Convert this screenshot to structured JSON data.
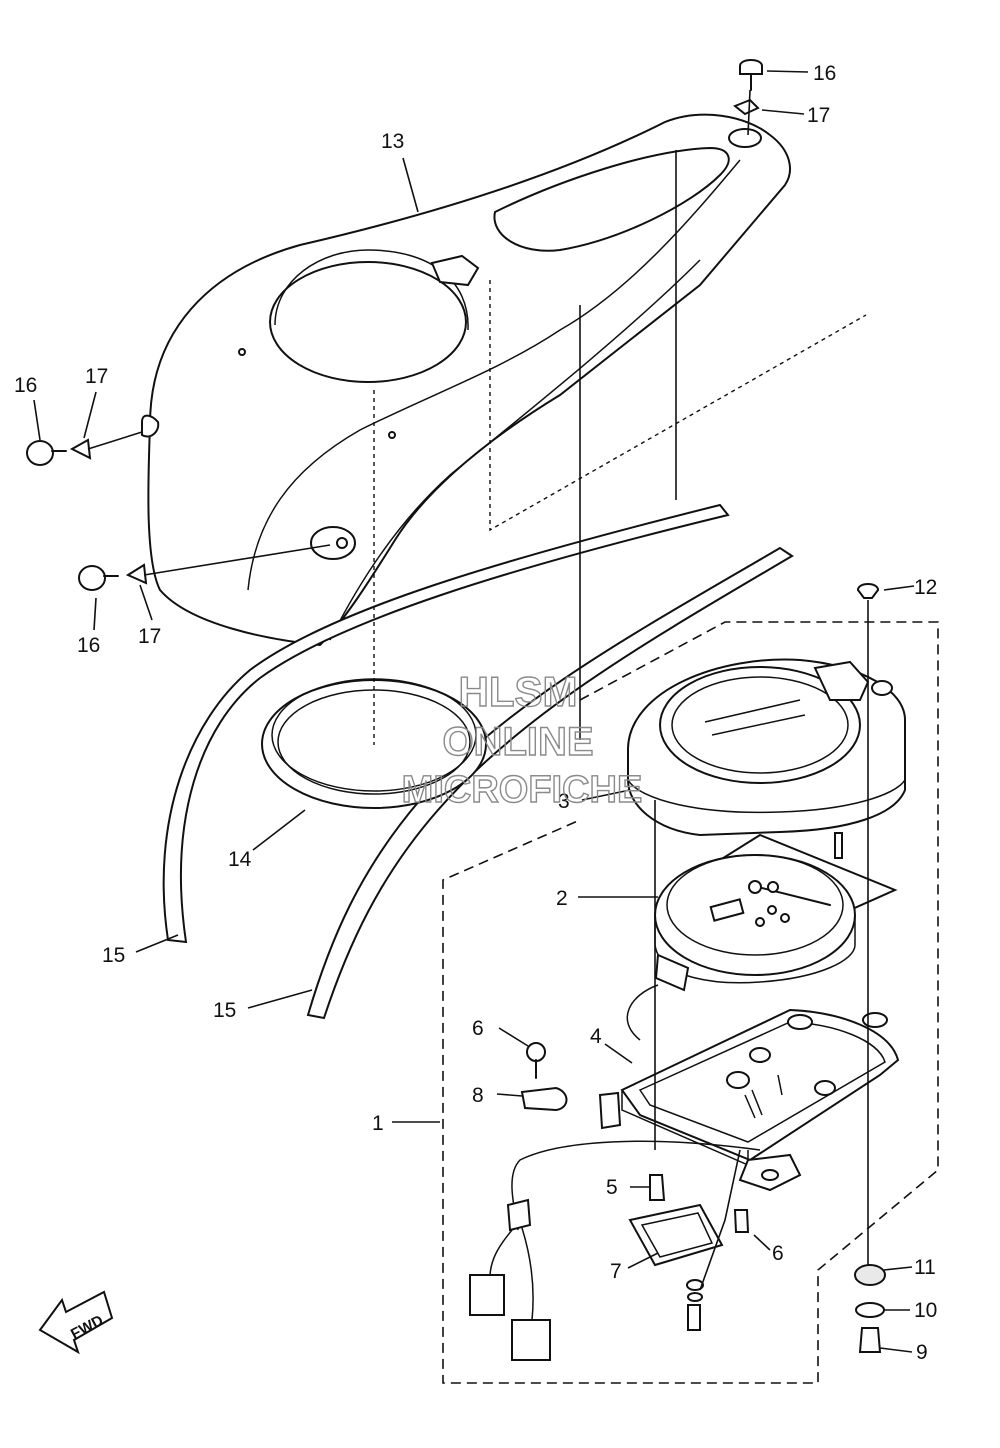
{
  "callouts": {
    "c1": "1",
    "c2": "2",
    "c3": "3",
    "c4": "4",
    "c5": "5",
    "c6a": "6",
    "c6b": "6",
    "c7": "7",
    "c8": "8",
    "c9": "9",
    "c10": "10",
    "c11": "11",
    "c12": "12",
    "c13": "13",
    "c14": "14",
    "c15a": "15",
    "c15b": "15",
    "c16a": "16",
    "c16b": "16",
    "c16c": "16",
    "c17a": "17",
    "c17b": "17",
    "c17c": "17"
  },
  "watermark": {
    "line1": "HLSM",
    "line2": "ONLINE",
    "line3": "MICROFICHE"
  },
  "direction_label": "FWD"
}
